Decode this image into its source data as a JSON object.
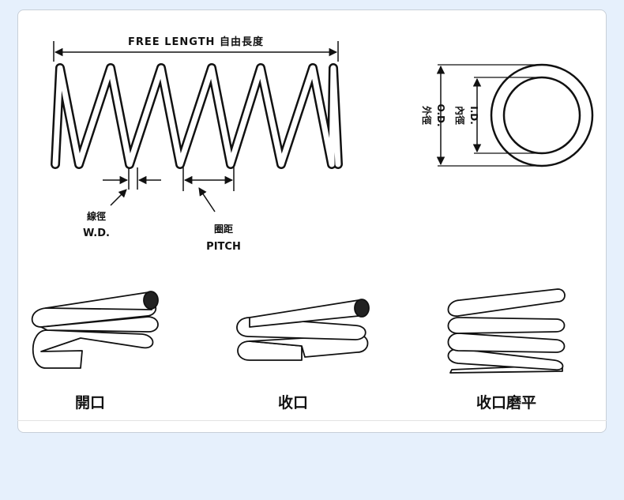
{
  "labels": {
    "free_length": "FREE LENGTH 自由長度",
    "wd_cn": "線徑",
    "wd_en": "W.D.",
    "pitch_cn": "圈距",
    "pitch_en": "PITCH",
    "od_cn": "外徑",
    "od_en": "O.D.",
    "id_cn": "內徑",
    "id_en": "I.D.",
    "open_end": "開口",
    "closed_end": "收口",
    "closed_ground_end": "收口磨平"
  },
  "colors": {
    "background": "#e6f0fc",
    "card": "#ffffff",
    "ink": "#111111"
  }
}
